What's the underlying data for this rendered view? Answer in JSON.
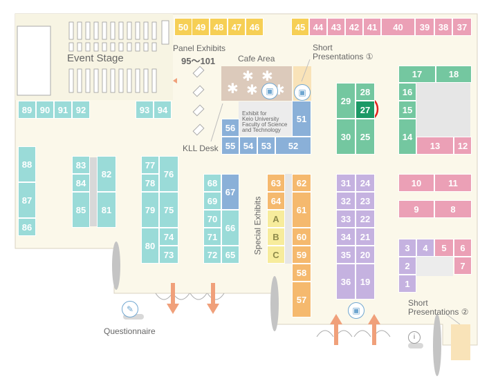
{
  "labels": {
    "event_stage": "Event Stage",
    "panel_exhibits": "Panel Exhibits",
    "panel_range": "95〜101",
    "cafe_area": "Cafe Area",
    "short_presentations_1_l1": "Short",
    "short_presentations_1_l2": "Presentations ①",
    "short_presentations_2_l1": "Short",
    "short_presentations_2_l2": "Presentations ②",
    "kll_desk": "KLL Desk",
    "keio_l1": "Exhibit for",
    "keio_l2": "Keio University",
    "keio_l3": "Faculty of Science",
    "keio_l4": "and Technology",
    "special_exhibits": "Special Exhibits",
    "questionnaire": "Questionnaire"
  },
  "colors": {
    "floor": "#fbf8ea",
    "yellow": "#f6cf55",
    "pink": "#eba0b6",
    "teal": "#9adbd8",
    "blue": "#8ab0d8",
    "green": "#74c7a0",
    "highlight_green": "#1c9966",
    "purple": "#c5b2e0",
    "orange": "#f5b96e",
    "highlight_ring": "#e02020",
    "arrow": "#f0a07a"
  },
  "highlighted_booth": "27",
  "booths": {
    "b50": "50",
    "b49": "49",
    "b48": "48",
    "b47": "47",
    "b46": "46",
    "b45": "45",
    "b44": "44",
    "b43": "43",
    "b42": "42",
    "b41": "41",
    "b40": "40",
    "b39": "39",
    "b38": "38",
    "b37": "37",
    "b89": "89",
    "b90": "90",
    "b91": "91",
    "b92": "92",
    "b93": "93",
    "b94": "94",
    "b56": "56",
    "b55": "55",
    "b54": "54",
    "b53": "53",
    "b52": "52",
    "b51": "51",
    "b28": "28",
    "b29": "29",
    "b27": "27",
    "b30": "30",
    "b25": "25",
    "b17": "17",
    "b18": "18",
    "b16": "16",
    "b15": "15",
    "b14": "14",
    "b13": "13",
    "b12": "12",
    "b88": "88",
    "b87": "87",
    "b86": "86",
    "b83": "83",
    "b84": "84",
    "b85": "85",
    "b82": "82",
    "b81": "81",
    "b77": "77",
    "b78": "78",
    "b79": "79",
    "b80": "80",
    "b76": "76",
    "b75": "75",
    "b74": "74",
    "b73": "73",
    "b68": "68",
    "b69": "69",
    "b70": "70",
    "b71": "71",
    "b72": "72",
    "b67": "67",
    "b66": "66",
    "b65": "65",
    "b63": "63",
    "b64": "64",
    "bA": "A",
    "bB": "B",
    "bC": "C",
    "b62": "62",
    "b61": "61",
    "b60": "60",
    "b59": "59",
    "b58": "58",
    "b57": "57",
    "b31": "31",
    "b32": "32",
    "b33": "33",
    "b34": "34",
    "b35": "35",
    "b36": "36",
    "b24": "24",
    "b23": "23",
    "b22": "22",
    "b21": "21",
    "b20": "20",
    "b19": "19",
    "b10": "10",
    "b11": "11",
    "b9": "9",
    "b8": "8",
    "b3": "3",
    "b4": "4",
    "b5": "5",
    "b6": "6",
    "b2": "2",
    "b7": "7",
    "b1": "1"
  }
}
